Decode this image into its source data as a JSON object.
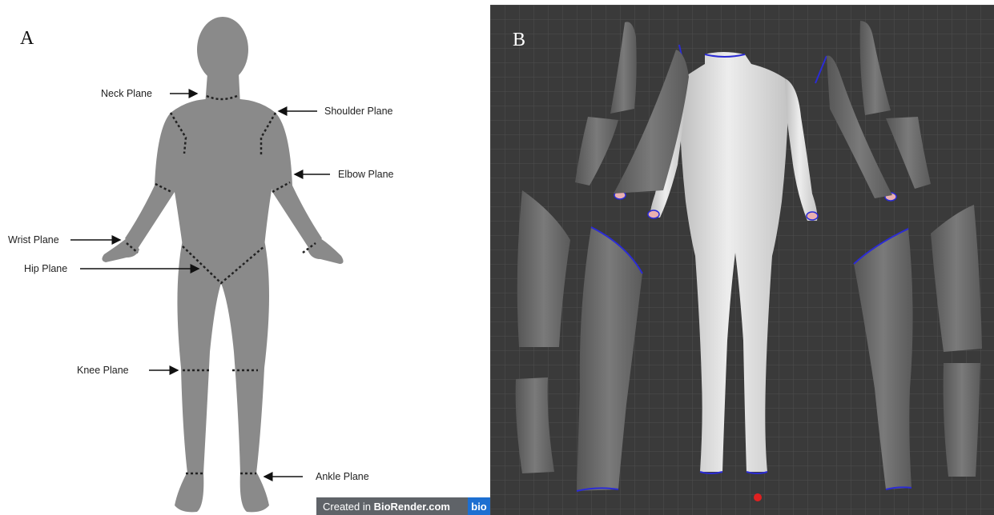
{
  "panel_a": {
    "letter": "A",
    "labels": {
      "neck": "Neck Plane",
      "shoulder": "Shoulder Plane",
      "elbow": "Elbow Plane",
      "wrist": "Wrist Plane",
      "hip": "Hip Plane",
      "knee": "Knee Plane",
      "ankle": "Ankle Plane"
    },
    "footer": {
      "prefix": "Created in ",
      "brand": "BioRender.com",
      "logo": "bio"
    }
  },
  "panel_b": {
    "letter": "B"
  },
  "colors": {
    "body_gray": "#8a8a8a",
    "viewport_bg": "#3a3a3a",
    "grid_line": "#4e4e4e",
    "torso_mesh": "#e6e6e6",
    "segment_mesh": "#6b6b6b",
    "cut_outline": "#2b2bd6",
    "cut_fill": "#e9b0b0",
    "origin_marker": "#e02020"
  }
}
